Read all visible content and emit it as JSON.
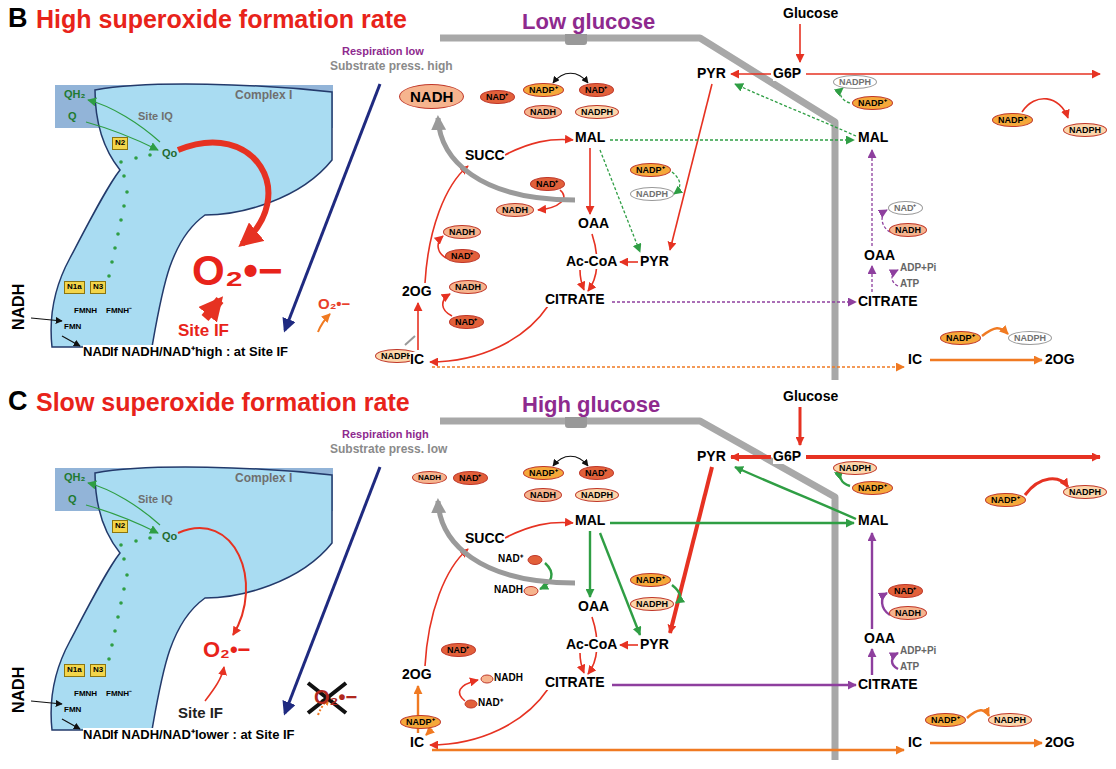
{
  "diagram": {
    "nodes": [
      {
        "text": [
          "Complex I",
          "Site IQ",
          "Qo",
          "FMNH",
          "FMNH⁻",
          "FMN"
        ]
      },
      {
        "text": [
          "N2"
        ],
        "in": 0
      },
      {
        "text": [
          "N1a"
        ],
        "in": 0
      },
      {
        "text": [
          "N3"
        ],
        "in": 0
      },
      {
        "text": [
          "NADH"
        ]
      },
      {
        "text": [
          "NAD⁺"
        ]
      },
      {
        "text": [
          "NADP⁺"
        ]
      },
      {
        "text": [
          "NAD⁺"
        ]
      },
      {
        "text": [
          "NADH"
        ]
      },
      {
        "text": [
          "NADPH"
        ]
      },
      {
        "text": [
          "NAD⁺"
        ]
      },
      {
        "text": [
          "NADP⁺"
        ]
      },
      {
        "text": [
          "NADH"
        ]
      },
      {
        "text": [
          "NADPH"
        ]
      },
      {
        "text": [
          "NADH"
        ]
      },
      {
        "text": [
          "NAD⁺"
        ]
      },
      {
        "text": [
          "NADH"
        ]
      },
      {
        "text": [
          "NAD⁺"
        ]
      },
      {
        "text": [
          "NADPH"
        ]
      },
      {
        "text": [
          "NADPH"
        ]
      },
      {
        "text": [
          "NADP⁺"
        ]
      },
      {
        "text": [
          "NADP⁺"
        ]
      },
      {
        "text": [
          "NADPH"
        ]
      },
      {
        "text": [
          "NAD⁺"
        ]
      },
      {
        "text": [
          "NADH"
        ]
      },
      {
        "text": [
          "NADP⁺"
        ]
      },
      {
        "text": [
          "NADPH"
        ]
      },
      {
        "text": [
          "Complex I",
          "Site IQ",
          "Qo",
          "FMNH",
          "FMNH⁻",
          "FMN"
        ]
      },
      {
        "text": [
          "N2"
        ],
        "in": 27
      },
      {
        "text": [
          "N1a"
        ],
        "in": 27
      },
      {
        "text": [
          "N3"
        ],
        "in": 27
      },
      {
        "text": [
          "NADH"
        ]
      },
      {
        "text": [
          "NAD⁺"
        ]
      },
      {
        "text": [
          "NADP⁺"
        ]
      },
      {
        "text": [
          "NAD⁺"
        ]
      },
      {
        "text": [
          "NADH"
        ]
      },
      {
        "text": [
          "NADPH"
        ]
      },
      {
        "text": [
          "NADP⁺"
        ]
      },
      {
        "text": [
          "NADPH"
        ]
      },
      {
        "text": [
          "NAD⁺"
        ]
      },
      {
        "text": [
          "NADP⁺"
        ]
      },
      {
        "text": [
          "NADPH"
        ]
      },
      {
        "text": [
          "NADP⁺"
        ]
      },
      {
        "text": [
          "NADP⁺"
        ]
      },
      {
        "text": [
          "NADPH"
        ]
      },
      {
        "text": [
          "NAD⁺"
        ]
      },
      {
        "text": [
          "NADH"
        ]
      },
      {
        "text": [
          "NADP⁺"
        ]
      },
      {
        "text": [
          "NADPH"
        ]
      }
    ],
    "labels": [
      "B",
      "High superoxide formation rate",
      "Low glucose",
      "Respiration low",
      "Substrate press. high",
      "QH₂",
      "Q",
      "O₂•−",
      "Site IF",
      "NADH",
      "NAD⁺",
      "If NADH/NAD⁺high : at Site IF",
      "O₂•−",
      "Glucose",
      "PYR",
      "G6P",
      "SUCC",
      "MAL",
      "OAA",
      "Ac-CoA",
      "PYR",
      "CITRATE",
      "2OG",
      "IC",
      "MAL",
      "OAA",
      "ADP+Pi",
      "ATP",
      "CITRATE",
      "IC",
      "2OG",
      "C",
      "Slow superoxide formation rate",
      "High glucose",
      "Respiration high",
      "Substrate press. low",
      "QH₂",
      "Q",
      "O₂•−",
      "Site IF",
      "NADH",
      "NAD⁺",
      "If NADH/NAD⁺lower : at Site IF",
      "O₂•−",
      "Glucose",
      "PYR",
      "G6P",
      "SUCC",
      "MAL",
      "OAA",
      "Ac-CoA",
      "PYR",
      "CITRATE",
      "2OG",
      "IC",
      "MAL",
      "OAA",
      "ADP+Pi",
      "ATP",
      "CITRATE",
      "IC",
      "2OG",
      "NAD⁺",
      "NADH",
      "NADH",
      "NAD⁺"
    ]
  }
}
